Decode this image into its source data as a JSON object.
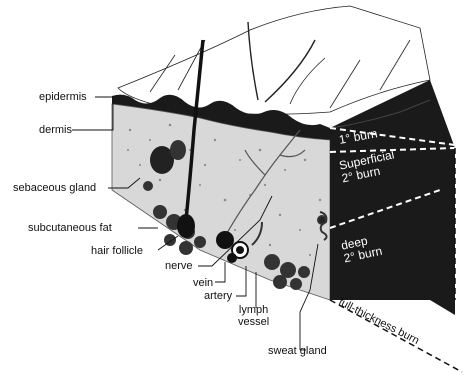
{
  "labels": {
    "epidermis": "epidermis",
    "dermis": "dermis",
    "sebaceous_gland": "sebaceous gland",
    "subcutaneous_fat": "subcutaneous fat",
    "hair_follicle": "hair follicle",
    "nerve": "nerve",
    "vein": "vein",
    "artery": "artery",
    "lymph_vessel_1": "lymph",
    "lymph_vessel_2": "vessel",
    "sweat_gland": "sweat gland"
  },
  "burns": {
    "first": "1° burn",
    "superficial_1": "Superficial",
    "superficial_2": "2° burn",
    "deep_1": "deep",
    "deep_2": "2° burn",
    "full": "full-thickness burn"
  },
  "colors": {
    "ink": "#111111",
    "dark_tissue": "#1a1a1a",
    "dermis_texture": "#9a9a9a",
    "dashed_line": "#ffffff"
  }
}
